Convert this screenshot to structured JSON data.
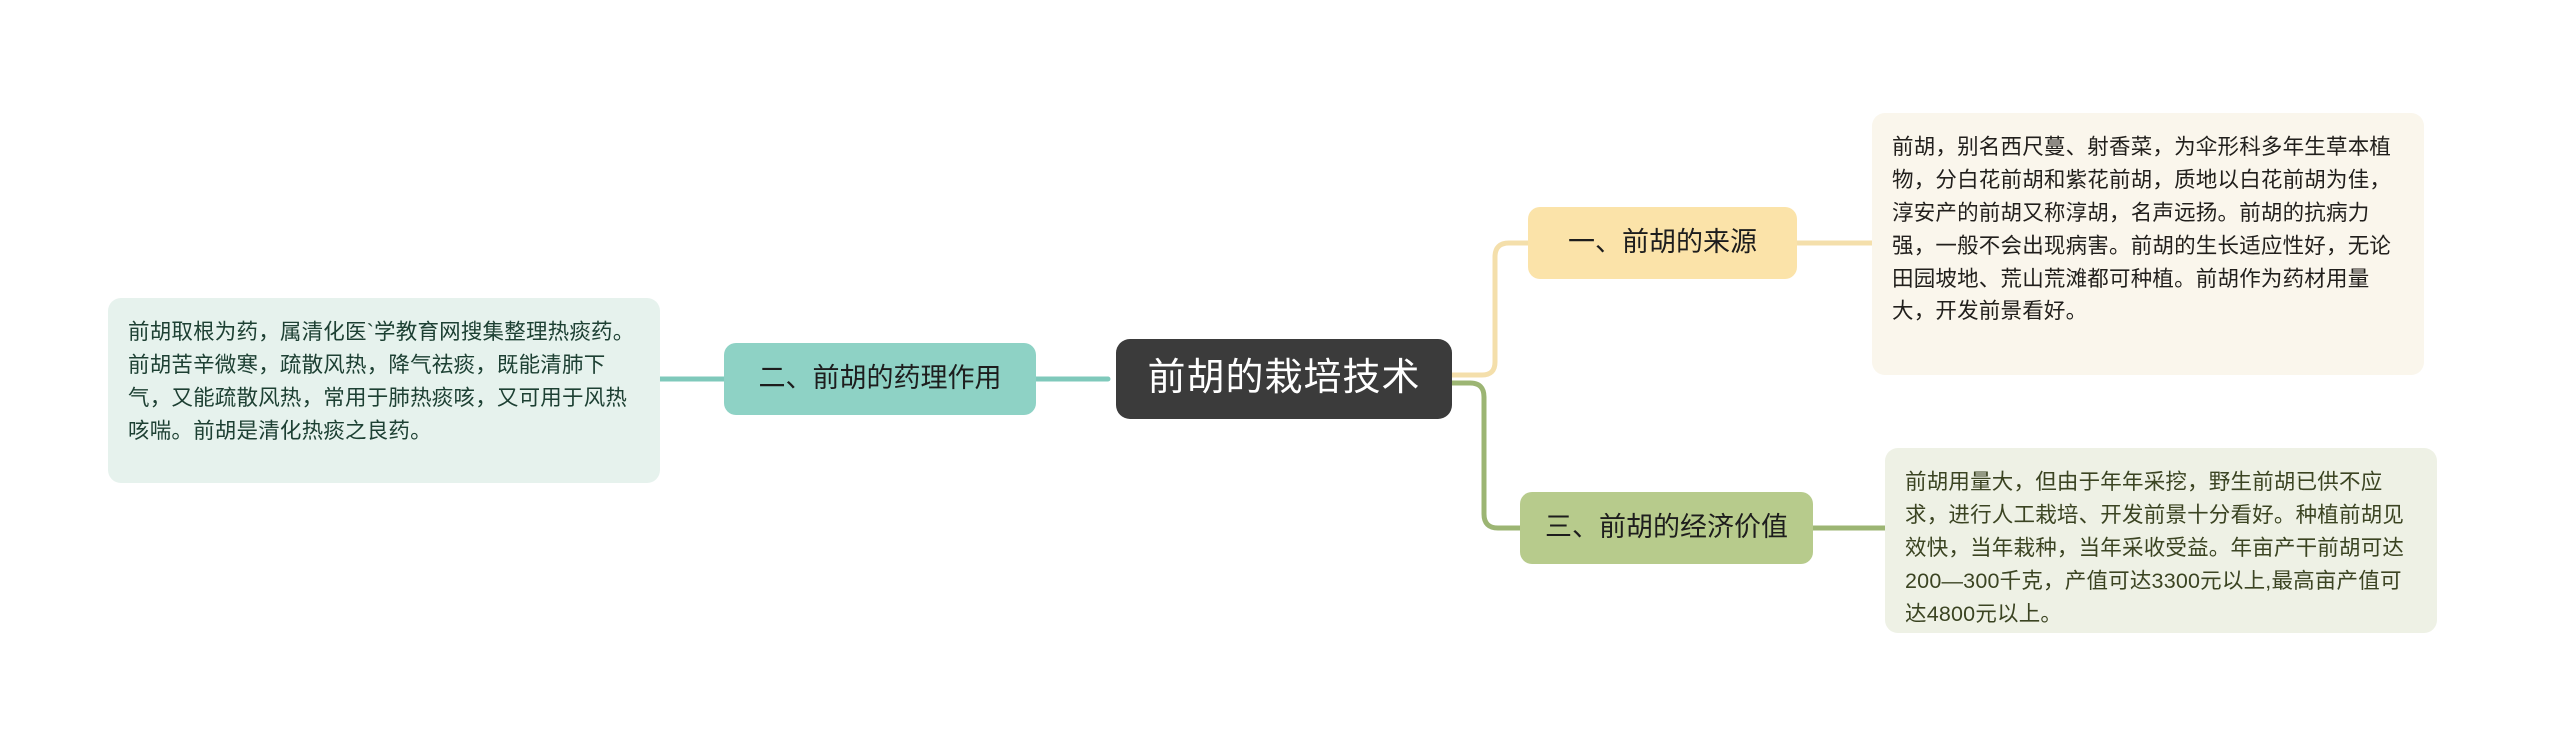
{
  "mindmap": {
    "center": {
      "label": "前胡的栽培技术",
      "color": "#3b3b3b",
      "text_color": "#ffffff"
    },
    "branches": [
      {
        "id": "source",
        "label": "一、前胡的来源",
        "color": "#fbe3a9",
        "line_color": "#f3dda9",
        "side": "right",
        "detail": {
          "color": "#faf6ec",
          "text": "前胡，别名西尺蔓、射香菜，为伞形科多年生草本植物，分白花前胡和紫花前胡，质地以白花前胡为佳，淳安产的前胡又称淳胡，名声远扬。前胡的抗病力强，一般不会出现病害。前胡的生长适应性好，无论田园坡地、荒山荒滩都可种植。前胡作为药材用量大，开发前景看好。"
        }
      },
      {
        "id": "pharmacology",
        "label": "二、前胡的药理作用",
        "color": "#8ed2c5",
        "line_color": "#7fc9bb",
        "side": "left",
        "detail": {
          "color": "#e6f2ed",
          "text": "前胡取根为药，属清化医`学教育网搜集整理热痰药。前胡苦辛微寒，疏散风热，降气祛痰，既能清肺下气，又能疏散风热，常用于肺热痰咳，又可用于风热咳喘。前胡是清化热痰之良药。"
        }
      },
      {
        "id": "economic-value",
        "label": "三、前胡的经济价值",
        "color": "#b7cb8c",
        "line_color": "#9cb573",
        "side": "right",
        "detail": {
          "color": "#eef1e5",
          "text": "前胡用量大，但由于年年采挖，野生前胡已供不应求，进行人工栽培、开发前景十分看好。种植前胡见效快，当年栽种，当年采收受益。年亩产干前胡可达200—300千克，产值可达3300元以上,最高亩产值可达4800元以上。"
        }
      }
    ]
  }
}
